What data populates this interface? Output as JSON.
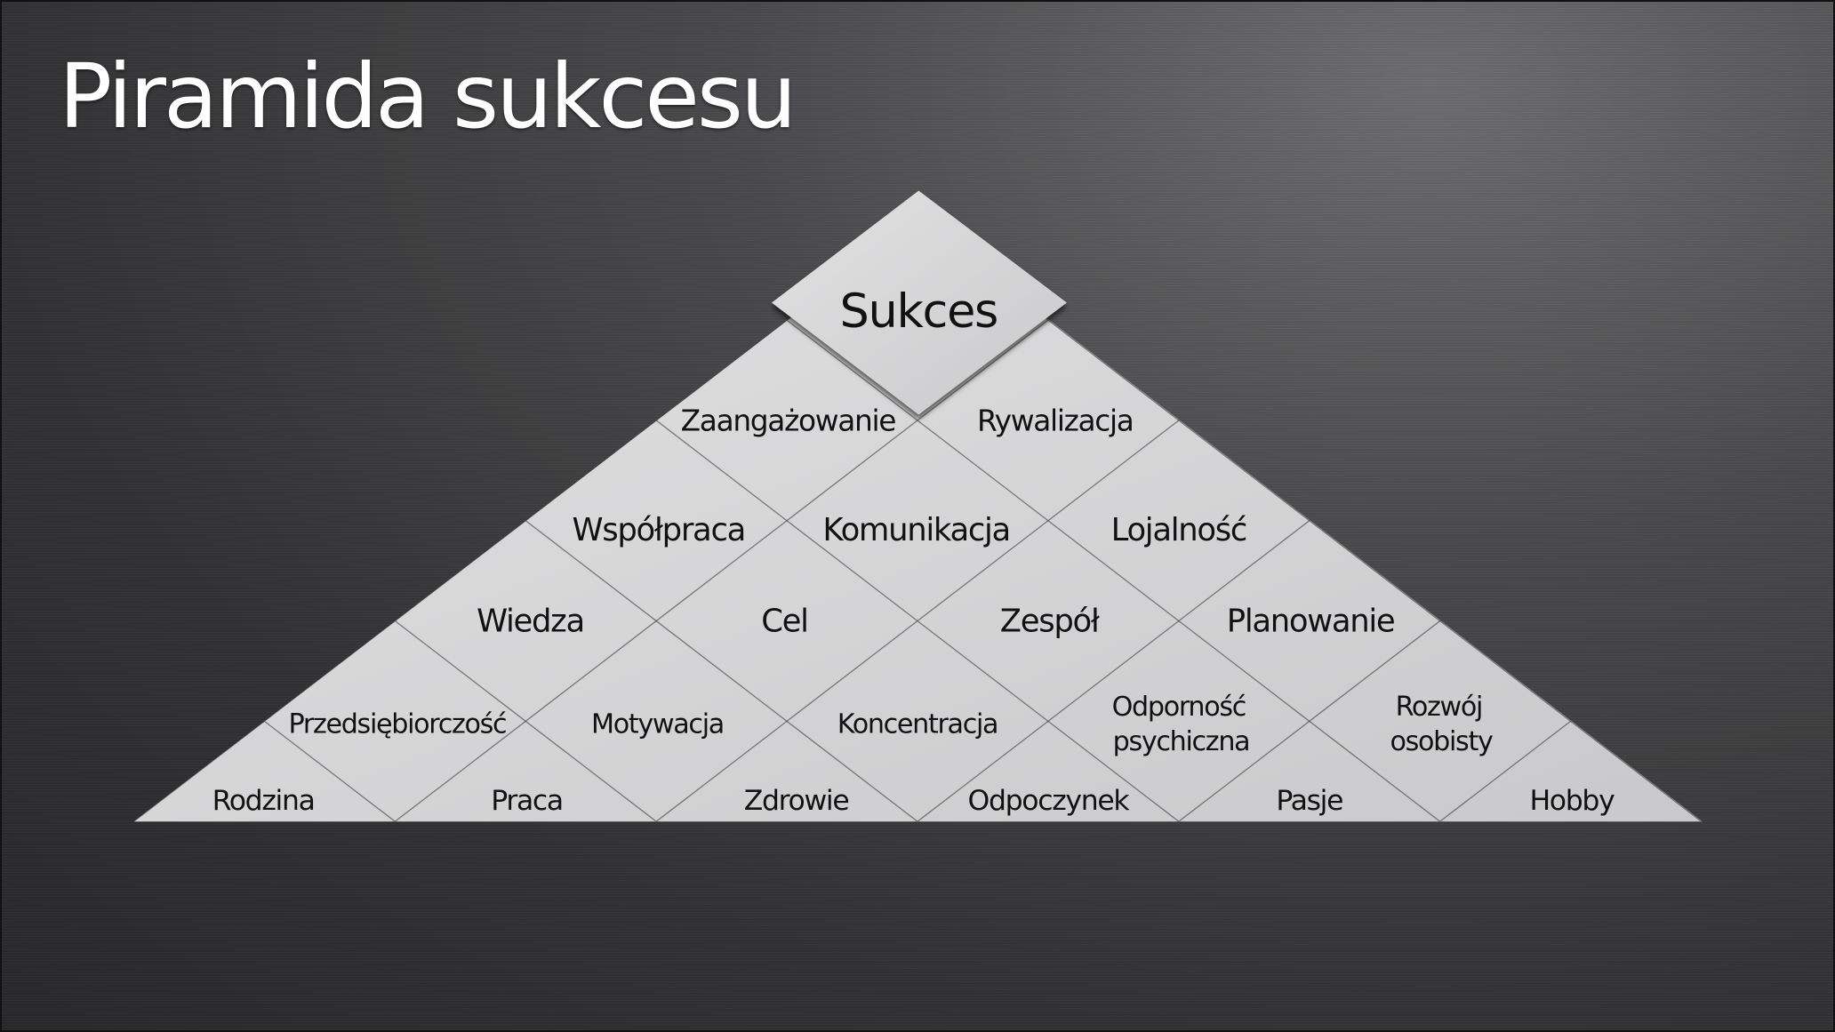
{
  "title": "Piramida sukcesu",
  "pyramid": {
    "top": "Sukces",
    "row1": [
      "Zaangażowanie",
      "Rywalizacja"
    ],
    "row2": [
      "Współpraca",
      "Komunikacja",
      "Lojalność"
    ],
    "row3": [
      "Wiedza",
      "Cel",
      "Zespół",
      "Planowanie"
    ],
    "row4": [
      "Przedsiębiorczość",
      "Motywacja",
      "Koncentracja",
      [
        "Odporność",
        "psychiczna"
      ],
      [
        "Rozwój",
        "osobisty"
      ]
    ],
    "row5": [
      "Rodzina",
      "Praca",
      "Zdrowie",
      "Odpoczynek",
      "Pasje",
      "Hobby"
    ]
  }
}
